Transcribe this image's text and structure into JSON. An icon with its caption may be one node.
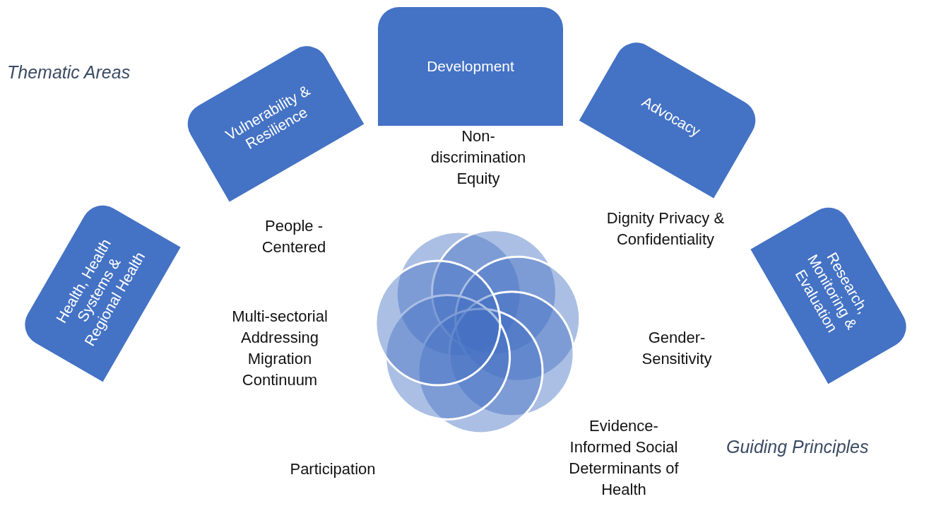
{
  "diagram": {
    "nodes": [
      {
        "text": [
          "Health, Health Systems & Regional Health"
        ]
      },
      {
        "text": [
          "Vulnerability & Resilience"
        ]
      },
      {
        "text": [
          "Development"
        ]
      },
      {
        "text": [
          "Advocacy"
        ]
      },
      {
        "text": [
          "Research, Monitoring & Evaluation"
        ]
      }
    ],
    "edges": [],
    "labels": [
      "Thematic Areas",
      "Non- discrimination Equity",
      "Dignity Privacy & Confidentiality",
      "People - Centered",
      "Multi-sectorial Addressing Migration Continuum",
      "Gender- Sensitivity",
      "Evidence- Informed Social Determinants of Health",
      "Guiding Principles",
      "Participation"
    ]
  }
}
